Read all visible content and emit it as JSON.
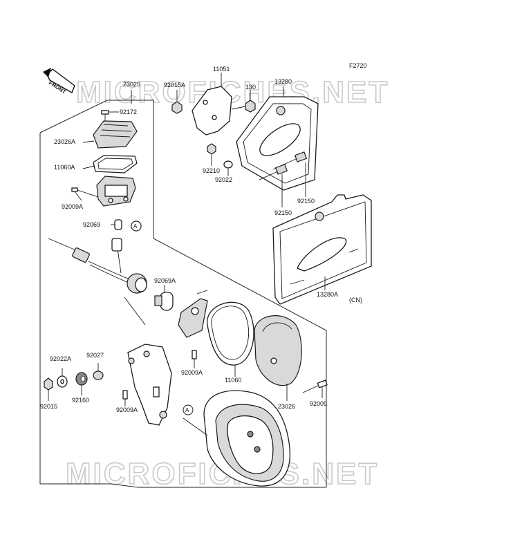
{
  "figure_code": "F2720",
  "watermark": "MICROFICHES.NET",
  "front_arrow_label": "FRONT",
  "callout_a": "A",
  "labels": {
    "p23025": "23025",
    "p92015A": "92015A",
    "p11051": "11051",
    "p130": "130",
    "p13280": "13280",
    "p92172": "92172",
    "p23026A": "23026A",
    "p11060A": "11060A",
    "p92009A_1": "92009A",
    "p92069": "92069",
    "p92210": "92210",
    "p92022": "92022",
    "p92150_1": "92150",
    "p92150_2": "92150",
    "p92069A": "92069A",
    "p13280A": "13280A",
    "pCN": "(CN)",
    "p92022A": "92022A",
    "p92027": "92027",
    "p92009A_2": "92009A",
    "p11060": "11060",
    "p23026": "23026",
    "p92009": "92009",
    "p92015": "92015",
    "p92160": "92160",
    "p92009A_3": "92009A"
  }
}
